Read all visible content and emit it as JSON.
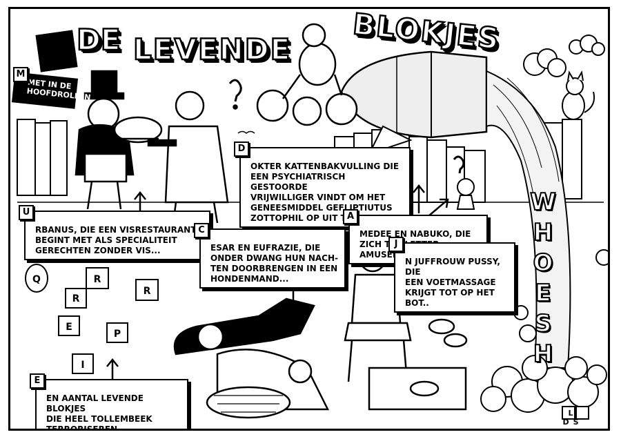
{
  "title": {
    "word1": "DE",
    "word2": "LEVENDE",
    "word3": "BLOKJES"
  },
  "starring": "MET IN DE HOOFDROLLEN",
  "captions": {
    "urbanus": {
      "initial": "U",
      "text": "RBANUS, DIE EEN VISRESTAURANT\nBEGINT MET ALS SPECIALITEIT\nGERECHTEN ZONDER VIS..."
    },
    "dokter": {
      "initial": "D",
      "text": "OKTER KATTENBAKVULLING DIE\nEEN PSYCHIATRISCH GESTOORDE\nVRIJWILLIGER VINDT OM HET\nGENEESMIDDEL GEFLIPTIUTUS\nZOTTOPHIL OP UIT TE TESTEN..."
    },
    "amedee": {
      "initial": "A",
      "text": "MEDEE EN NABUKO, DIE\nZICH TE PLETTER AMUSEREN.."
    },
    "cesar": {
      "initial": "C",
      "text": "ESAR EN EUFRAZIE, DIE\nONDER DWANG HUN NACH-\nTEN DOORBRENGEN IN EEN\nHONDENMAND..."
    },
    "juffrouw": {
      "initial": "J",
      "text": "N JUFFROUW PUSSY, DIE\nEEN VOETMASSAGE\nKRIJGT TOT OP HET BOT.."
    },
    "blokjes": {
      "initial": "E",
      "text": "EN AANTAL LEVENDE BLOKJES\nDIE HEEL TOLLEMBEEK\nTERRORISEREN..."
    }
  },
  "sound_effect": "WHOESH",
  "block_letters": [
    "R",
    "R",
    "R",
    "Q",
    "E",
    "P",
    "I"
  ],
  "signature": "L DS",
  "colors": {
    "ink": "#000000",
    "paper": "#ffffff"
  }
}
